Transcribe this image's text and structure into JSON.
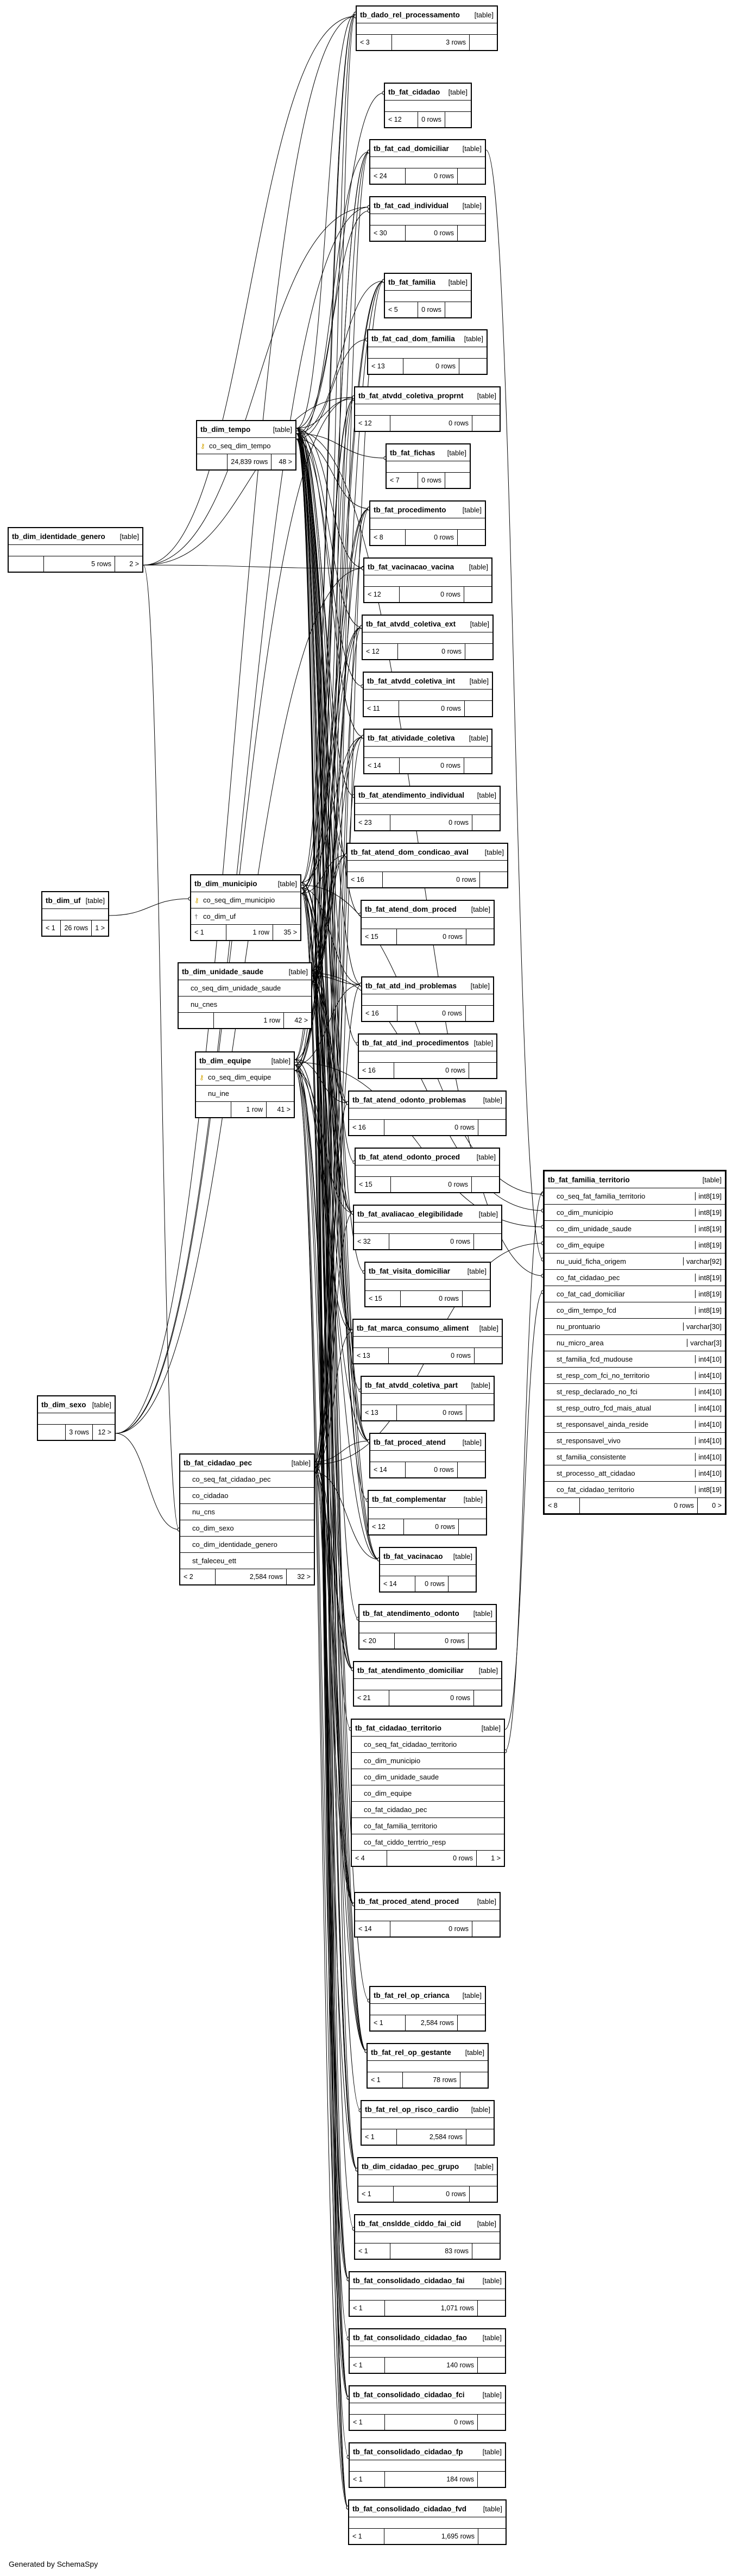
{
  "footer_text": "Generated by SchemaSpy",
  "tables": [
    {
      "id": "tb_dado_rel_processamento",
      "name": "tb_dado_rel_processamento",
      "kind": "[table]",
      "columns": [],
      "foot": [
        "< 3",
        "3 rows",
        ""
      ]
    },
    {
      "id": "tb_fat_cidadao",
      "name": "tb_fat_cidadao",
      "kind": "[table]",
      "columns": [],
      "foot": [
        "< 12",
        "0 rows",
        ""
      ]
    },
    {
      "id": "tb_fat_cad_domiciliar",
      "name": "tb_fat_cad_domiciliar",
      "kind": "[table]",
      "columns": [],
      "foot": [
        "< 24",
        "0 rows",
        ""
      ]
    },
    {
      "id": "tb_fat_cad_individual",
      "name": "tb_fat_cad_individual",
      "kind": "[table]",
      "columns": [],
      "foot": [
        "< 30",
        "0 rows",
        ""
      ]
    },
    {
      "id": "tb_fat_familia",
      "name": "tb_fat_familia",
      "kind": "[table]",
      "columns": [],
      "foot": [
        "< 5",
        "0 rows",
        ""
      ]
    },
    {
      "id": "tb_fat_cad_dom_familia",
      "name": "tb_fat_cad_dom_familia",
      "kind": "[table]",
      "columns": [],
      "foot": [
        "< 13",
        "0 rows",
        ""
      ]
    },
    {
      "id": "tb_fat_atvdd_coletiva_proprnt",
      "name": "tb_fat_atvdd_coletiva_proprnt",
      "kind": "[table]",
      "columns": [],
      "foot": [
        "< 12",
        "0 rows",
        ""
      ]
    },
    {
      "id": "tb_fat_fichas",
      "name": "tb_fat_fichas",
      "kind": "[table]",
      "columns": [],
      "foot": [
        "< 7",
        "0 rows",
        ""
      ]
    },
    {
      "id": "tb_fat_procedimento",
      "name": "tb_fat_procedimento",
      "kind": "[table]",
      "columns": [],
      "foot": [
        "< 8",
        "0 rows",
        ""
      ]
    },
    {
      "id": "tb_fat_vacinacao_vacina",
      "name": "tb_fat_vacinacao_vacina",
      "kind": "[table]",
      "columns": [],
      "foot": [
        "< 12",
        "0 rows",
        ""
      ]
    },
    {
      "id": "tb_fat_atvdd_coletiva_ext",
      "name": "tb_fat_atvdd_coletiva_ext",
      "kind": "[table]",
      "columns": [],
      "foot": [
        "< 12",
        "0 rows",
        ""
      ]
    },
    {
      "id": "tb_fat_atvdd_coletiva_int",
      "name": "tb_fat_atvdd_coletiva_int",
      "kind": "[table]",
      "columns": [],
      "foot": [
        "< 11",
        "0 rows",
        ""
      ]
    },
    {
      "id": "tb_fat_atividade_coletiva",
      "name": "tb_fat_atividade_coletiva",
      "kind": "[table]",
      "columns": [],
      "foot": [
        "< 14",
        "0 rows",
        ""
      ]
    },
    {
      "id": "tb_fat_atendimento_individual",
      "name": "tb_fat_atendimento_individual",
      "kind": "[table]",
      "columns": [],
      "foot": [
        "< 23",
        "0 rows",
        ""
      ]
    },
    {
      "id": "tb_fat_atend_dom_condicao_aval",
      "name": "tb_fat_atend_dom_condicao_aval",
      "kind": "[table]",
      "columns": [],
      "foot": [
        "< 16",
        "0 rows",
        ""
      ]
    },
    {
      "id": "tb_fat_atend_dom_proced",
      "name": "tb_fat_atend_dom_proced",
      "kind": "[table]",
      "columns": [],
      "foot": [
        "< 15",
        "0 rows",
        ""
      ]
    },
    {
      "id": "tb_fat_atd_ind_problemas",
      "name": "tb_fat_atd_ind_problemas",
      "kind": "[table]",
      "columns": [],
      "foot": [
        "< 16",
        "0 rows",
        ""
      ]
    },
    {
      "id": "tb_fat_atd_ind_procedimentos",
      "name": "tb_fat_atd_ind_procedimentos",
      "kind": "[table]",
      "columns": [],
      "foot": [
        "< 16",
        "0 rows",
        ""
      ]
    },
    {
      "id": "tb_fat_atend_odonto_problemas",
      "name": "tb_fat_atend_odonto_problemas",
      "kind": "[table]",
      "columns": [],
      "foot": [
        "< 16",
        "0 rows",
        ""
      ]
    },
    {
      "id": "tb_fat_atend_odonto_proced",
      "name": "tb_fat_atend_odonto_proced",
      "kind": "[table]",
      "columns": [],
      "foot": [
        "< 15",
        "0 rows",
        ""
      ]
    },
    {
      "id": "tb_fat_avaliacao_elegibilidade",
      "name": "tb_fat_avaliacao_elegibilidade",
      "kind": "[table]",
      "columns": [],
      "foot": [
        "< 32",
        "0 rows",
        ""
      ]
    },
    {
      "id": "tb_fat_visita_domiciliar",
      "name": "tb_fat_visita_domiciliar",
      "kind": "[table]",
      "columns": [],
      "foot": [
        "< 15",
        "0 rows",
        ""
      ]
    },
    {
      "id": "tb_fat_marca_consumo_aliment",
      "name": "tb_fat_marca_consumo_aliment",
      "kind": "[table]",
      "columns": [],
      "foot": [
        "< 13",
        "0 rows",
        ""
      ]
    },
    {
      "id": "tb_fat_atvdd_coletiva_part",
      "name": "tb_fat_atvdd_coletiva_part",
      "kind": "[table]",
      "columns": [],
      "foot": [
        "< 13",
        "0 rows",
        ""
      ]
    },
    {
      "id": "tb_fat_proced_atend",
      "name": "tb_fat_proced_atend",
      "kind": "[table]",
      "columns": [],
      "foot": [
        "< 14",
        "0 rows",
        ""
      ]
    },
    {
      "id": "tb_fat_complementar",
      "name": "tb_fat_complementar",
      "kind": "[table]",
      "columns": [],
      "foot": [
        "< 12",
        "0 rows",
        ""
      ]
    },
    {
      "id": "tb_fat_vacinacao",
      "name": "tb_fat_vacinacao",
      "kind": "[table]",
      "columns": [],
      "foot": [
        "< 14",
        "0 rows",
        ""
      ]
    },
    {
      "id": "tb_fat_atendimento_odonto",
      "name": "tb_fat_atendimento_odonto",
      "kind": "[table]",
      "columns": [],
      "foot": [
        "< 20",
        "0 rows",
        ""
      ]
    },
    {
      "id": "tb_fat_atendimento_domiciliar",
      "name": "tb_fat_atendimento_domiciliar",
      "kind": "[table]",
      "columns": [],
      "foot": [
        "< 21",
        "0 rows",
        ""
      ]
    },
    {
      "id": "tb_fat_cidadao_territorio",
      "name": "tb_fat_cidadao_territorio",
      "kind": "[table]",
      "columns": [
        {
          "key": "",
          "name": "co_seq_fat_cidadao_territorio",
          "type": ""
        },
        {
          "key": "",
          "name": "co_dim_municipio",
          "type": ""
        },
        {
          "key": "",
          "name": "co_dim_unidade_saude",
          "type": ""
        },
        {
          "key": "",
          "name": "co_dim_equipe",
          "type": ""
        },
        {
          "key": "",
          "name": "co_fat_cidadao_pec",
          "type": ""
        },
        {
          "key": "",
          "name": "co_fat_familia_territorio",
          "type": ""
        },
        {
          "key": "",
          "name": "co_fat_ciddo_terrtrio_resp",
          "type": ""
        }
      ],
      "foot": [
        "< 4",
        "0 rows",
        "1 >"
      ]
    },
    {
      "id": "tb_fat_proced_atend_proced",
      "name": "tb_fat_proced_atend_proced",
      "kind": "[table]",
      "columns": [],
      "foot": [
        "< 14",
        "0 rows",
        ""
      ]
    },
    {
      "id": "tb_fat_rel_op_crianca",
      "name": "tb_fat_rel_op_crianca",
      "kind": "[table]",
      "columns": [],
      "foot": [
        "< 1",
        "2,584 rows",
        ""
      ]
    },
    {
      "id": "tb_fat_rel_op_gestante",
      "name": "tb_fat_rel_op_gestante",
      "kind": "[table]",
      "columns": [],
      "foot": [
        "< 1",
        "78 rows",
        ""
      ]
    },
    {
      "id": "tb_fat_rel_op_risco_cardio",
      "name": "tb_fat_rel_op_risco_cardio",
      "kind": "[table]",
      "columns": [],
      "foot": [
        "< 1",
        "2,584 rows",
        ""
      ]
    },
    {
      "id": "tb_dim_cidadao_pec_grupo",
      "name": "tb_dim_cidadao_pec_grupo",
      "kind": "[table]",
      "columns": [],
      "foot": [
        "< 1",
        "0 rows",
        ""
      ]
    },
    {
      "id": "tb_fat_cnsldde_ciddo_fai_cid",
      "name": "tb_fat_cnsldde_ciddo_fai_cid",
      "kind": "[table]",
      "columns": [],
      "foot": [
        "< 1",
        "83 rows",
        ""
      ]
    },
    {
      "id": "tb_fat_consolidado_cidadao_fai",
      "name": "tb_fat_consolidado_cidadao_fai",
      "kind": "[table]",
      "columns": [],
      "foot": [
        "< 1",
        "1,071 rows",
        ""
      ]
    },
    {
      "id": "tb_fat_consolidado_cidadao_fao",
      "name": "tb_fat_consolidado_cidadao_fao",
      "kind": "[table]",
      "columns": [],
      "foot": [
        "< 1",
        "140 rows",
        ""
      ]
    },
    {
      "id": "tb_fat_consolidado_cidadao_fci",
      "name": "tb_fat_consolidado_cidadao_fci",
      "kind": "[table]",
      "columns": [],
      "foot": [
        "< 1",
        "0 rows",
        ""
      ]
    },
    {
      "id": "tb_fat_consolidado_cidadao_fp",
      "name": "tb_fat_consolidado_cidadao_fp",
      "kind": "[table]",
      "columns": [],
      "foot": [
        "< 1",
        "184 rows",
        ""
      ]
    },
    {
      "id": "tb_fat_consolidado_cidadao_fvd",
      "name": "tb_fat_consolidado_cidadao_fvd",
      "kind": "[table]",
      "columns": [],
      "foot": [
        "< 1",
        "1,695 rows",
        ""
      ]
    },
    {
      "id": "tb_dim_tempo",
      "name": "tb_dim_tempo",
      "kind": "[table]",
      "columns": [
        {
          "key": "pk",
          "name": "co_seq_dim_tempo",
          "type": ""
        }
      ],
      "foot": [
        "",
        "24,839 rows",
        "48 >"
      ]
    },
    {
      "id": "tb_dim_identidade_genero",
      "name": "tb_dim_identidade_genero",
      "kind": "[table]",
      "columns": [],
      "foot": [
        "",
        "5 rows",
        "2 >"
      ]
    },
    {
      "id": "tb_dim_uf",
      "name": "tb_dim_uf",
      "kind": "[table]",
      "columns": [],
      "foot": [
        "< 1",
        "26 rows",
        "1 >"
      ]
    },
    {
      "id": "tb_dim_municipio",
      "name": "tb_dim_municipio",
      "kind": "[table]",
      "columns": [
        {
          "key": "pk",
          "name": "co_seq_dim_municipio",
          "type": ""
        },
        {
          "key": "fk",
          "name": "co_dim_uf",
          "type": ""
        }
      ],
      "foot": [
        "< 1",
        "1 row",
        "35 >"
      ]
    },
    {
      "id": "tb_dim_unidade_saude",
      "name": "tb_dim_unidade_saude",
      "kind": "[table]",
      "columns": [
        {
          "key": "",
          "name": "co_seq_dim_unidade_saude",
          "type": ""
        },
        {
          "key": "",
          "name": "nu_cnes",
          "type": ""
        }
      ],
      "foot": [
        "",
        "1 row",
        "42 >"
      ]
    },
    {
      "id": "tb_dim_equipe",
      "name": "tb_dim_equipe",
      "kind": "[table]",
      "columns": [
        {
          "key": "pk",
          "name": "co_seq_dim_equipe",
          "type": ""
        },
        {
          "key": "",
          "name": "nu_ine",
          "type": ""
        }
      ],
      "foot": [
        "",
        "1 row",
        "41 >"
      ]
    },
    {
      "id": "tb_dim_sexo",
      "name": "tb_dim_sexo",
      "kind": "[table]",
      "columns": [],
      "foot": [
        "",
        "3 rows",
        "12 >"
      ]
    },
    {
      "id": "tb_fat_cidadao_pec",
      "name": "tb_fat_cidadao_pec",
      "kind": "[table]",
      "columns": [
        {
          "key": "",
          "name": "co_seq_fat_cidadao_pec",
          "type": ""
        },
        {
          "key": "",
          "name": "co_cidadao",
          "type": ""
        },
        {
          "key": "",
          "name": "nu_cns",
          "type": ""
        },
        {
          "key": "",
          "name": "co_dim_sexo",
          "type": ""
        },
        {
          "key": "",
          "name": "co_dim_identidade_genero",
          "type": ""
        },
        {
          "key": "",
          "name": "st_faleceu_ett",
          "type": ""
        }
      ],
      "foot": [
        "< 2",
        "2,584 rows",
        "32 >"
      ]
    },
    {
      "id": "tb_fat_familia_territorio",
      "name": "tb_fat_familia_territorio",
      "kind": "[table]",
      "columns": [
        {
          "key": "",
          "name": "co_seq_fat_familia_territorio",
          "type": "int8[19]"
        },
        {
          "key": "",
          "name": "co_dim_municipio",
          "type": "int8[19]"
        },
        {
          "key": "",
          "name": "co_dim_unidade_saude",
          "type": "int8[19]"
        },
        {
          "key": "",
          "name": "co_dim_equipe",
          "type": "int8[19]"
        },
        {
          "key": "",
          "name": "nu_uuid_ficha_origem",
          "type": "varchar[92]"
        },
        {
          "key": "",
          "name": "co_fat_cidadao_pec",
          "type": "int8[19]"
        },
        {
          "key": "",
          "name": "co_fat_cad_domiciliar",
          "type": "int8[19]"
        },
        {
          "key": "",
          "name": "co_dim_tempo_fcd",
          "type": "int8[19]"
        },
        {
          "key": "",
          "name": "nu_prontuario",
          "type": "varchar[30]"
        },
        {
          "key": "",
          "name": "nu_micro_area",
          "type": "varchar[3]"
        },
        {
          "key": "",
          "name": "st_familia_fcd_mudouse",
          "type": "int4[10]"
        },
        {
          "key": "",
          "name": "st_resp_com_fci_no_territorio",
          "type": "int4[10]"
        },
        {
          "key": "",
          "name": "st_resp_declarado_no_fci",
          "type": "int4[10]"
        },
        {
          "key": "",
          "name": "st_resp_outro_fcd_mais_atual",
          "type": "int4[10]"
        },
        {
          "key": "",
          "name": "st_responsavel_ainda_reside",
          "type": "int4[10]"
        },
        {
          "key": "",
          "name": "st_responsavel_vivo",
          "type": "int4[10]"
        },
        {
          "key": "",
          "name": "st_familia_consistente",
          "type": "int4[10]"
        },
        {
          "key": "",
          "name": "st_processo_att_cidadao",
          "type": "int4[10]"
        },
        {
          "key": "",
          "name": "co_fat_cidadao_territorio",
          "type": "int8[19]"
        }
      ],
      "foot": [
        "< 8",
        "0 rows",
        "0 >"
      ]
    }
  ]
}
